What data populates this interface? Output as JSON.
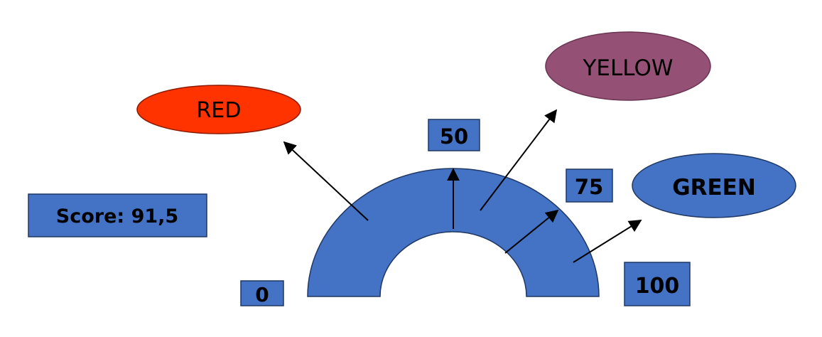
{
  "score": {
    "label": "Score: 91,5"
  },
  "scale": {
    "min_label": "0",
    "mid_label": "50",
    "high_label": "75",
    "max_label": "100"
  },
  "zones": {
    "red": "RED",
    "yellow": "YELLOW",
    "green": "GREEN"
  },
  "colors": {
    "gauge_fill": "#4472C4",
    "box_fill": "#4472C4",
    "red_zone": "#FF3300",
    "yellow_zone": "#955175",
    "green_zone": "#4472C4",
    "arrow": "#000000"
  }
}
